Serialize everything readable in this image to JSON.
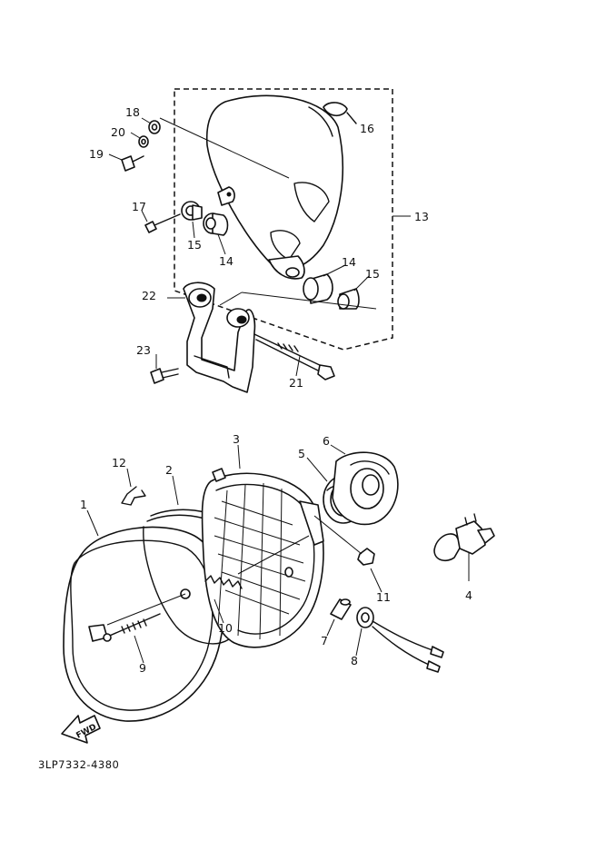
{
  "callouts": {
    "c1": "1",
    "c2": "2",
    "c3": "3",
    "c4": "4",
    "c5": "5",
    "c6": "6",
    "c7": "7",
    "c8": "8",
    "c9": "9",
    "c10": "10",
    "c11": "11",
    "c12": "12",
    "c13": "13",
    "c14a": "14",
    "c14b": "14",
    "c15a": "15",
    "c15b": "15",
    "c16": "16",
    "c17": "17",
    "c18": "18",
    "c19": "19",
    "c20": "20",
    "c21": "21",
    "c22": "22",
    "c23": "23"
  },
  "fwd_label": "FWD",
  "diagram_code": "3LP7332-4380"
}
